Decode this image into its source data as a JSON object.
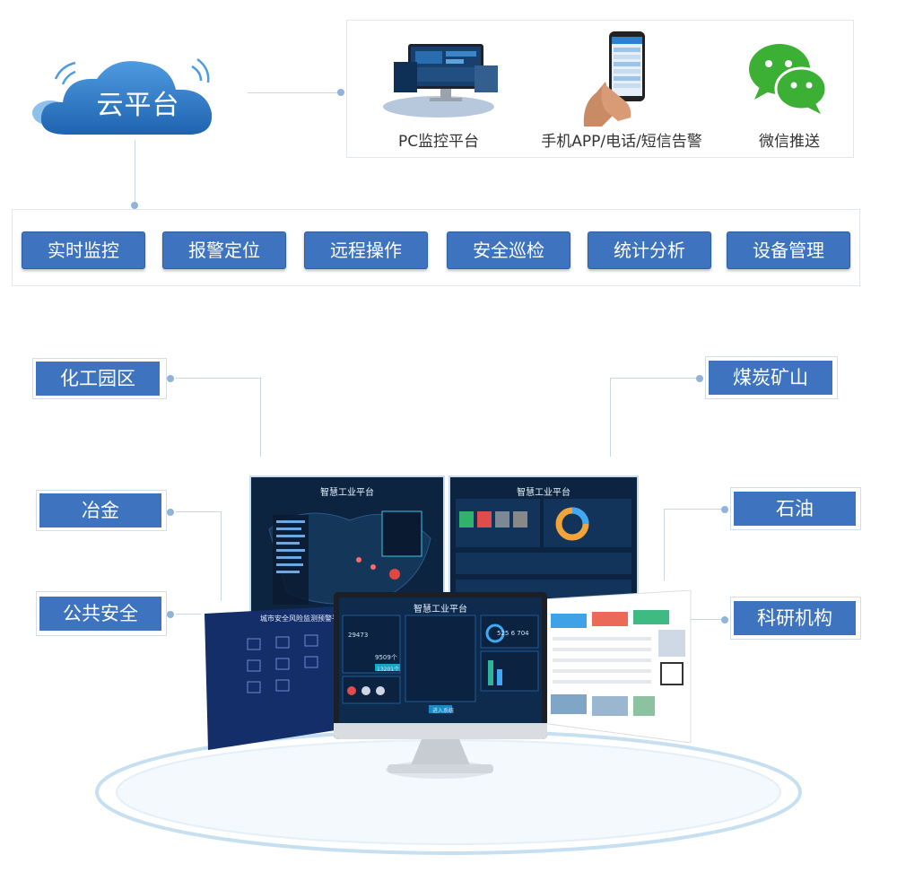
{
  "cloud": {
    "label": "云平台",
    "color": "#2e7bc4"
  },
  "channels": [
    {
      "label": "PC监控平台",
      "icon": "desktop-monitor-icon"
    },
    {
      "label": "手机APP/电话/短信告警",
      "icon": "smartphone-icon"
    },
    {
      "label": "微信推送",
      "icon": "wechat-icon"
    }
  ],
  "functions": [
    "实时监控",
    "报警定位",
    "远程操作",
    "安全巡检",
    "统计分析",
    "设备管理"
  ],
  "industries_left": [
    "化工园区",
    "冶金",
    "公共安全"
  ],
  "industries_right": [
    "煤炭矿山",
    "石油",
    "科研机构"
  ],
  "screens": {
    "title": "智慧工业平台",
    "left_panel_title": "城市安全风险监测预警平台",
    "stats": [
      "29473",
      "9509个",
      "13201个"
    ],
    "counter": "525 6 704",
    "button": "进入系统"
  },
  "colors": {
    "accent": "#3d73bf",
    "line": "#c9d6e4",
    "dark": "#0d2440"
  }
}
